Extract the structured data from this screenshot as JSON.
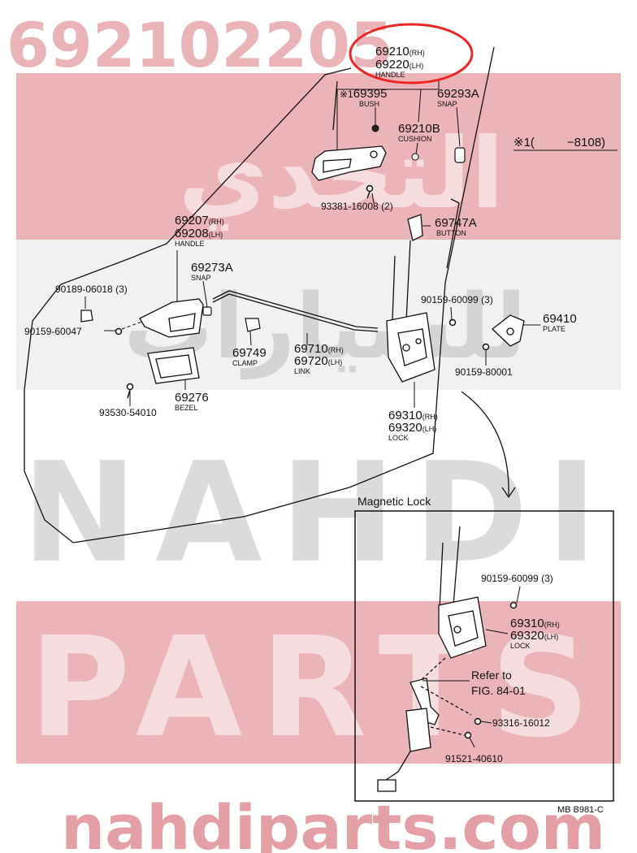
{
  "watermark": {
    "part_number": "692102205",
    "arabic_top": "التحدي",
    "arabic_mid": "للسيارات",
    "word_nahdi": "NAHDI",
    "word_parts": "PARTS",
    "site": "nahdiparts.com",
    "band_color": "#d9767f",
    "text_color": "#c24b55"
  },
  "highlight": {
    "color": "#ee2525"
  },
  "parts": {
    "p69210": "69210",
    "p69210_side": "(RH)",
    "p69220": "69220",
    "p69220_side": "(LH)",
    "p69210_name": "HANDLE",
    "p69395_mark": "※1",
    "p69395": "69395",
    "p69395_name": "BUSH",
    "p69293A": "69293A",
    "p69293A_name": "SNAP",
    "p69210B": "69210B",
    "p69210B_name": "CUSHION",
    "note_mark": "※1",
    "note_open": "(",
    "note_range": "−8108)",
    "p93381": "93381-16008 (2)",
    "p69747A": "69747A",
    "p69747A_name": "BUTTON",
    "p69207": "69207",
    "p69207_side": "(RH)",
    "p69208": "69208",
    "p69208_side": "(LH)",
    "p69207_name": "HANDLE",
    "p69273A": "69273A",
    "p69273A_name": "SNAP",
    "p90189": "90189-06018 (3)",
    "p90159_60047": "90159-60047",
    "p90159_60099": "90159-60099 (3)",
    "p69410": "69410",
    "p69410_name": "PLATE",
    "p69749": "69749",
    "p69749_name": "CLAMP",
    "p69710": "69710",
    "p69710_side": "(RH)",
    "p69720": "69720",
    "p69720_side": "(LH)",
    "p69710_name": "LINK",
    "p90159_80001": "90159-80001",
    "p69276": "69276",
    "p69276_name": "BEZEL",
    "p93530": "93530-54010",
    "p69310": "69310",
    "p69310_side": "(RH)",
    "p69320": "69320",
    "p69320_side": "(LH)",
    "p69310_name": "LOCK"
  },
  "inset": {
    "title": "Magnetic Lock",
    "p90159_60099": "90159-60099 (3)",
    "p69310": "69310",
    "p69310_side": "(RH)",
    "p69320": "69320",
    "p69320_side": "(LH)",
    "p69310_name": "LOCK",
    "refer_1": "Refer to",
    "refer_2": "FIG. 84-01",
    "p93316": "93316-16012",
    "p91521": "91521-40610"
  },
  "figure_code": "MB B981-C"
}
